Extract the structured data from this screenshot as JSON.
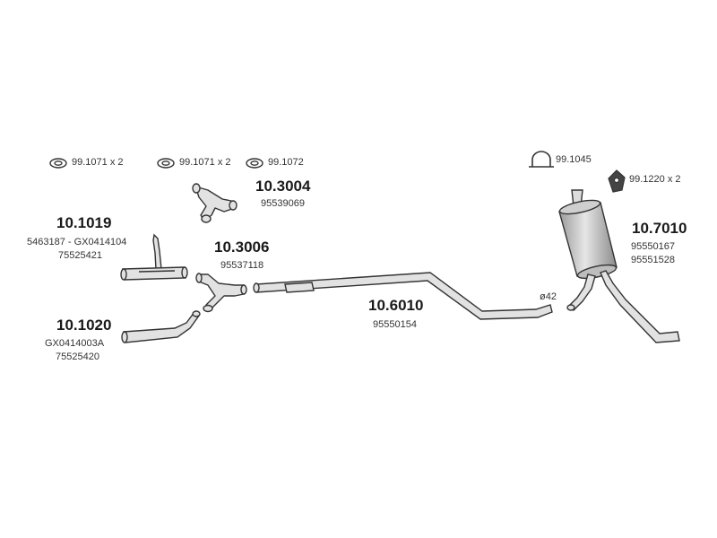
{
  "accessories": {
    "a1": "99.1071 x 2",
    "a2": "99.1071 x 2",
    "a3": "99.1072",
    "a4": "99.1045",
    "a5": "99.1220 x 2"
  },
  "parts": {
    "p_10_3004": {
      "code": "10.3004",
      "refs": [
        "95539069"
      ]
    },
    "p_10_1019": {
      "code": "10.1019",
      "refs": [
        "5463187 - GX0414104",
        "75525421"
      ]
    },
    "p_10_3006": {
      "code": "10.3006",
      "refs": [
        "95537118"
      ]
    },
    "p_10_1020": {
      "code": "10.1020",
      "refs": [
        "GX0414003A",
        "75525420"
      ]
    },
    "p_10_6010": {
      "code": "10.6010",
      "refs": [
        "95550154"
      ]
    },
    "p_10_7010": {
      "code": "10.7010",
      "refs": [
        "95550167",
        "95551528"
      ]
    }
  },
  "diameter_label": "ø42"
}
